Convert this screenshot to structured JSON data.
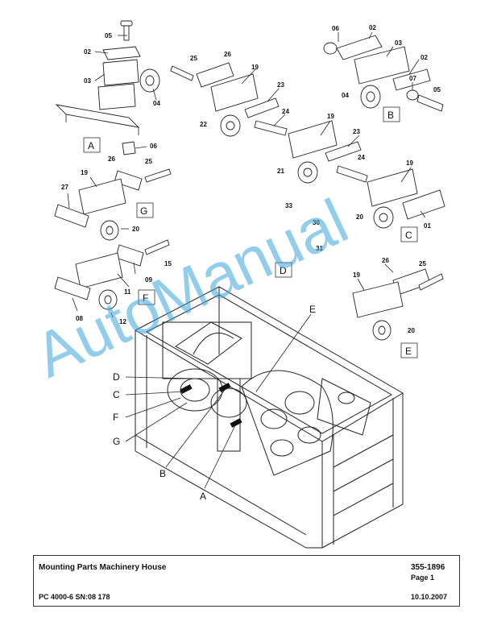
{
  "callouts": {
    "n05a": "05",
    "n02a": "02",
    "n03a": "03",
    "n04a": "04",
    "n06a": "06",
    "n25a": "25",
    "n26a": "26",
    "n19a": "19",
    "n23a": "23",
    "n24a": "24",
    "n22": "22",
    "n06b": "06",
    "n02b": "02",
    "n03b": "03",
    "n02c": "02",
    "n07": "07",
    "n05b": "05",
    "n04b": "04",
    "n19b": "19",
    "n23b": "23",
    "n24b": "24",
    "n21": "21",
    "n19c": "19",
    "n20a": "20",
    "n01": "01",
    "n26b": "26",
    "n25b": "25",
    "n19d": "19",
    "n27": "27",
    "n20b": "20",
    "n15": "15",
    "n09": "09",
    "n11": "11",
    "n08": "08",
    "n12": "12",
    "n33": "33",
    "n30": "30",
    "n31": "31",
    "n26c": "26",
    "n25c": "25",
    "n19e": "19",
    "n20c": "20"
  },
  "view_boxes": {
    "A": "A",
    "B": "B",
    "C": "C",
    "D": "D",
    "E": "E",
    "F": "F",
    "G": "G"
  },
  "leader_labels": {
    "D": "D",
    "C": "C",
    "F": "F",
    "G": "G",
    "B": "B",
    "A": "A",
    "E": "E"
  },
  "watermark": "AutoManual",
  "footer": {
    "title": "Mounting Parts Machinery House",
    "doc_number": "355-1896",
    "page": "Page 1",
    "machine": "PC 4000-6 SN:08 178",
    "date": "10.10.2007"
  }
}
